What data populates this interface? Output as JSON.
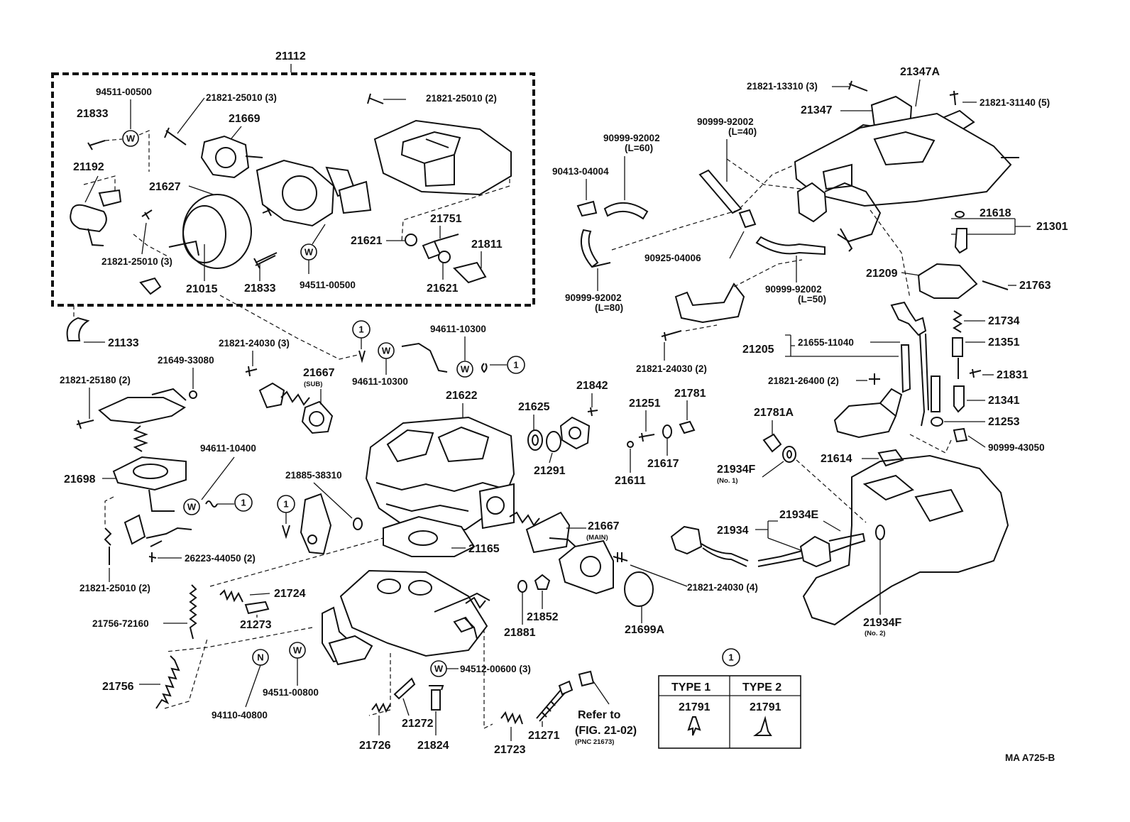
{
  "diagram": {
    "code": "MA A725-B",
    "assembly": "21112",
    "callout_symbol": "1",
    "washer_symbol": "W",
    "nut_symbol": "N",
    "parts": {
      "p94511_00500_a": "94511-00500",
      "p21833_a": "21833",
      "p21821_25010_3a": "21821-25010 (3)",
      "p21669": "21669",
      "p21821_25010_2": "21821-25010 (2)",
      "p21192": "21192",
      "p21627": "21627",
      "p21821_25010_3b": "21821-25010 (3)",
      "p21015": "21015",
      "p21833_b": "21833",
      "p94511_00500_b": "94511-00500",
      "p21751": "21751",
      "p21621_a": "21621",
      "p21811": "21811",
      "p21621_b": "21621",
      "p21133": "21133",
      "p21821_24030_3": "21821-24030 (3)",
      "p94611_10300_a": "94611-10300",
      "p94611_10300_b": "94611-10300",
      "p21649_33080": "21649-33080",
      "p21821_25180": "21821-25180 (2)",
      "p21667_sub": "21667",
      "sub": "(SUB)",
      "p21622": "21622",
      "p21625": "21625",
      "p21842": "21842",
      "p21291": "21291",
      "p21251": "21251",
      "p21781": "21781",
      "p21611": "21611",
      "p21617": "21617",
      "p94611_10400": "94611-10400",
      "p21698": "21698",
      "p21885_38310": "21885-38310",
      "p21667_main": "21667",
      "main": "(MAIN)",
      "p21165": "21165",
      "p26223_44050": "26223-44050 (2)",
      "p21821_25010_2b": "21821-25010 (2)",
      "p21724": "21724",
      "p21273": "21273",
      "p21756_72160": "21756-72160",
      "p21881": "21881",
      "p21852": "21852",
      "p21699a": "21699A",
      "p21821_24030_4": "21821-24030 (4)",
      "p21756": "21756",
      "p94511_00800": "94511-00800",
      "p94110_40800": "94110-40800",
      "p94512_00600": "94512-00600 (3)",
      "p21726": "21726",
      "p21272": "21272",
      "p21824": "21824",
      "p21723": "21723",
      "p21271": "21271",
      "refer_to": "Refer to",
      "fig_ref": "(FIG. 21-02)",
      "pnc_ref": "(PNC 21673)",
      "p21347a": "21347A",
      "p21821_13310": "21821-13310 (3)",
      "p21347": "21347",
      "p21821_31140": "21821-31140 (5)",
      "p90999_92002_a": "90999-92002",
      "l60": "(L=60)",
      "p90999_92002_b": "90999-92002",
      "l40": "(L=40)",
      "p90413_04004": "90413-04004",
      "p21618": "21618",
      "p21301": "21301",
      "p90925_04006": "90925-04006",
      "p90999_92002_c": "90999-92002",
      "l80": "(L=80)",
      "p90999_92002_d": "90999-92002",
      "l50": "(L=50)",
      "p21209": "21209",
      "p21763": "21763",
      "p21734": "21734",
      "p21821_24030_2": "21821-24030 (2)",
      "p21655_11040": "21655-11040",
      "p21205": "21205",
      "p21351": "21351",
      "p21831": "21831",
      "p21821_26400": "21821-26400 (2)",
      "p21341": "21341",
      "p21781a": "21781A",
      "p21253": "21253",
      "p90999_43050": "90999-43050",
      "p21614": "21614",
      "p21934f_1": "21934F",
      "no1": "(No. 1)",
      "p21934e": "21934E",
      "p21934": "21934",
      "p21934f_2": "21934F",
      "no2": "(No. 2)"
    },
    "type_table": {
      "header_symbol": "1",
      "columns": [
        {
          "name": "TYPE 1",
          "part": "21791"
        },
        {
          "name": "TYPE 2",
          "part": "21791"
        }
      ]
    }
  }
}
